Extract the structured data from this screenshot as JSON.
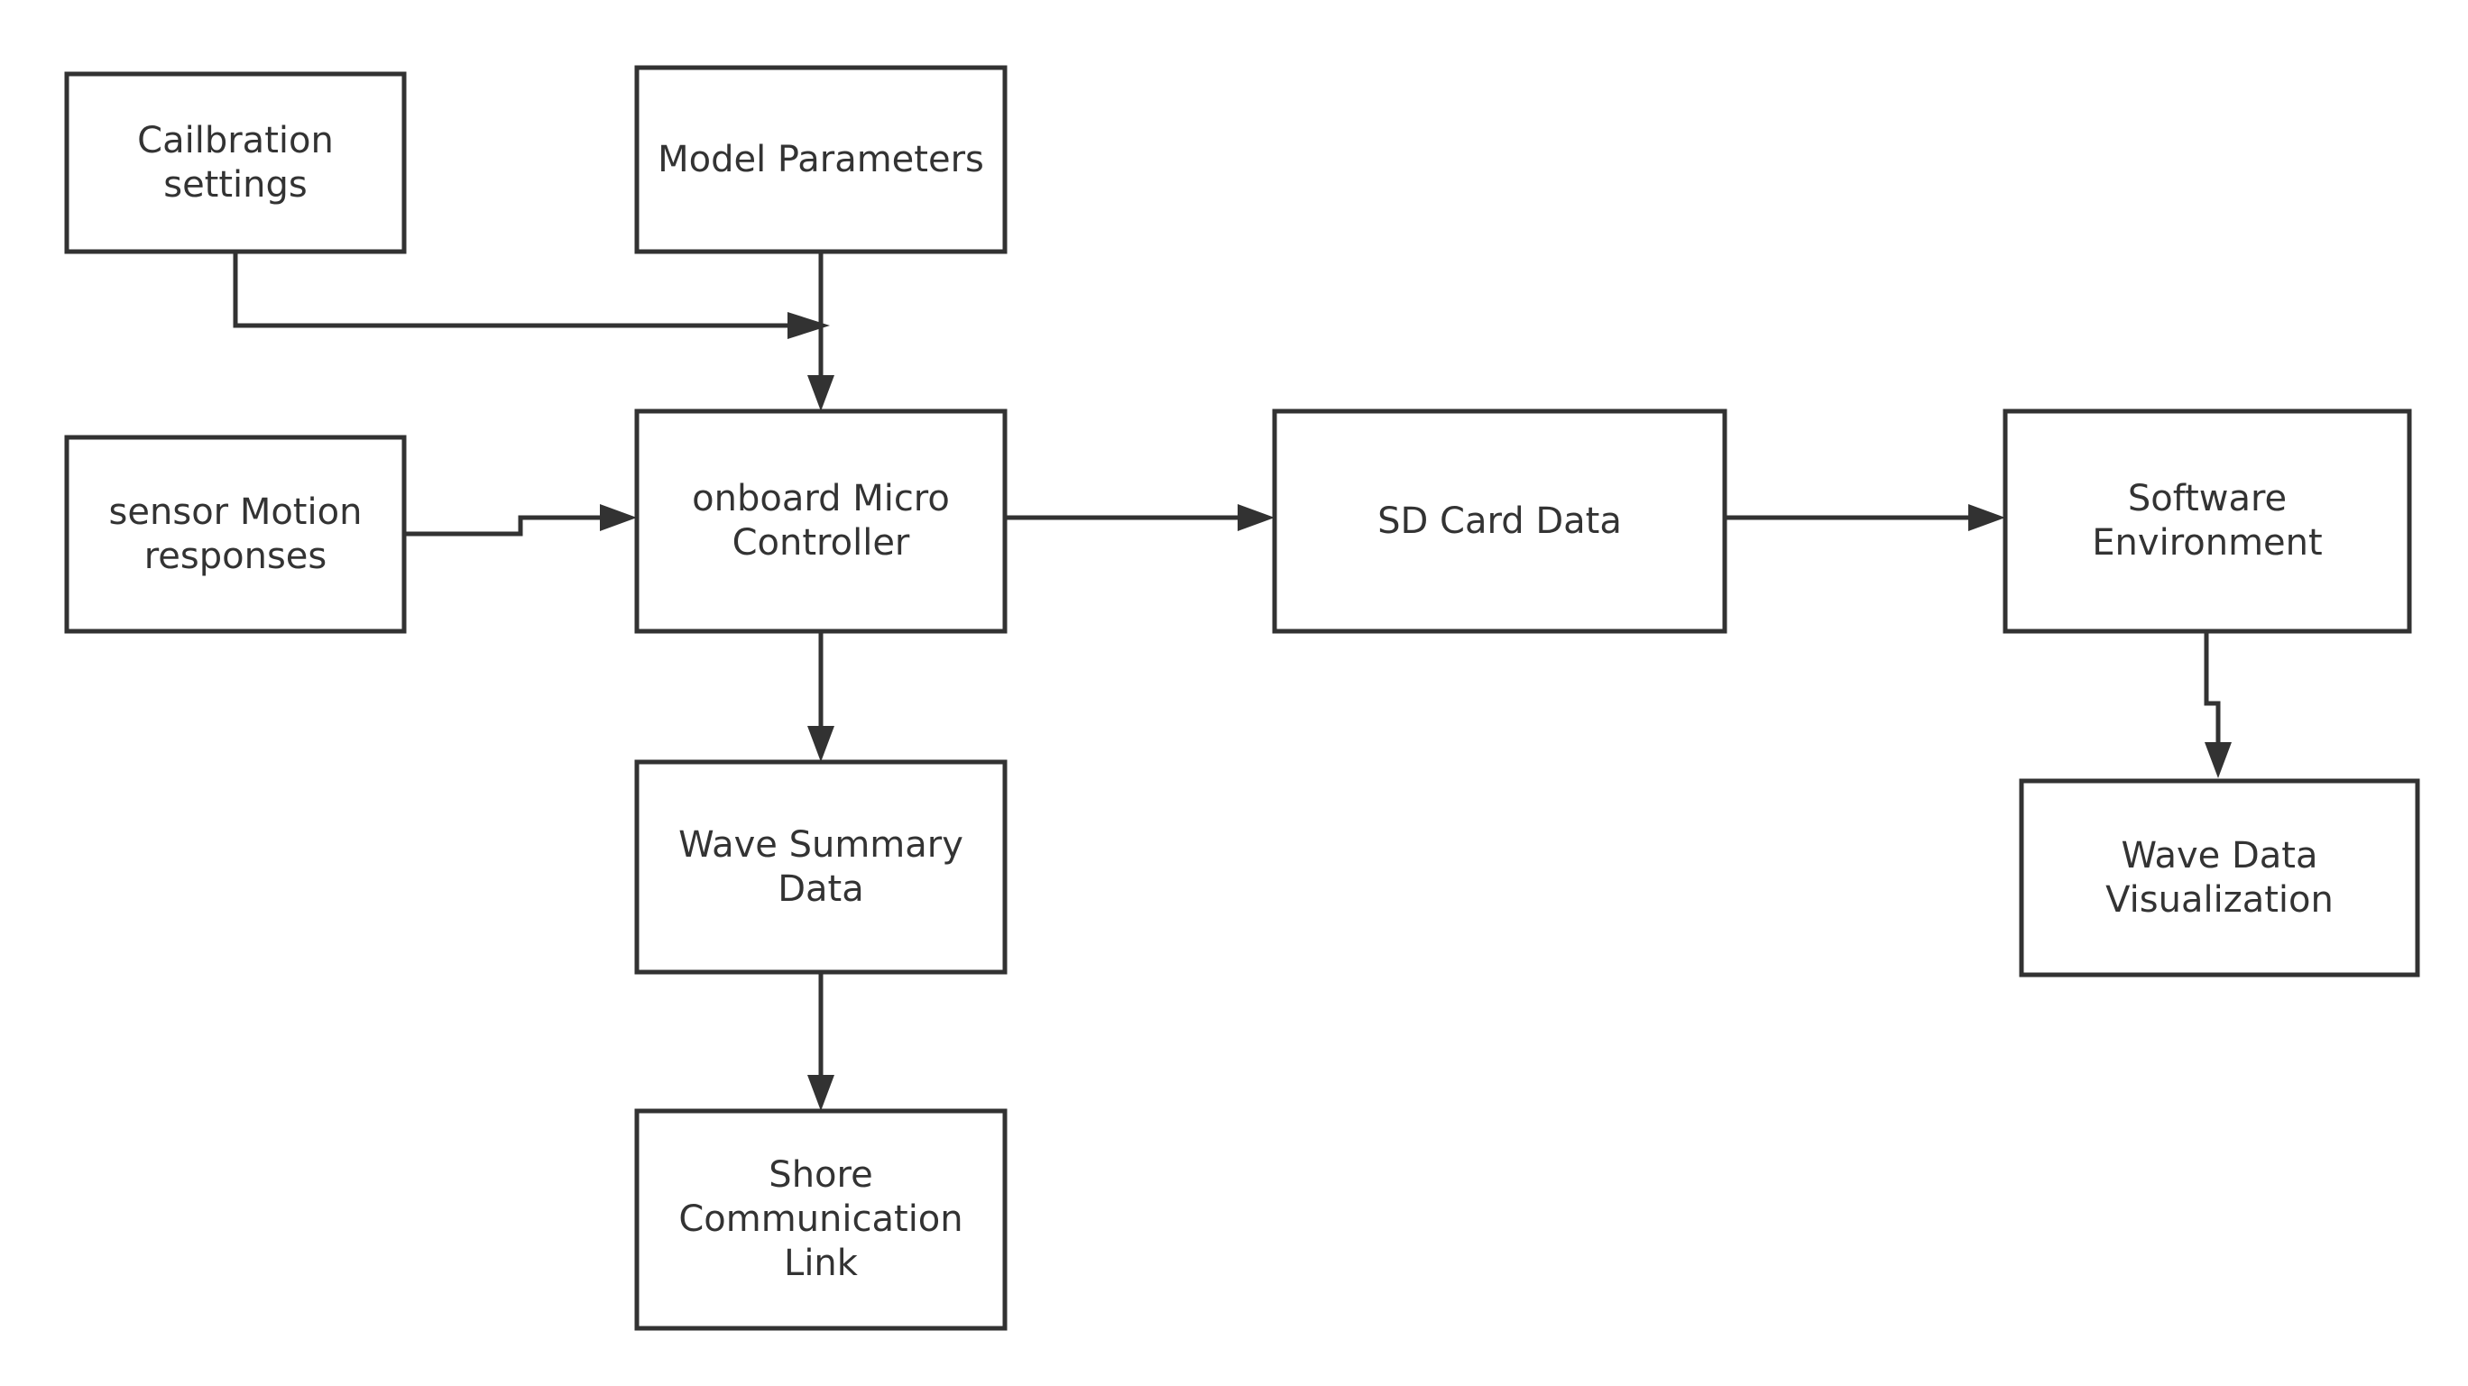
{
  "nodes": {
    "calibration": "Cailbration\nsettings",
    "model": "Model Parameters",
    "sensor": "sensor Motion\nresponses",
    "mcu": "onboard Micro\nController",
    "sd": "SD Card Data",
    "software": "Software\nEnvironment",
    "wave_summary": "Wave Summary\nData",
    "shore": "Shore\nCommunication\nLink",
    "visualization": "Wave Data\nVisualization"
  },
  "colors": {
    "stroke": "#323232",
    "text": "#333333",
    "background": "#ffffff"
  }
}
